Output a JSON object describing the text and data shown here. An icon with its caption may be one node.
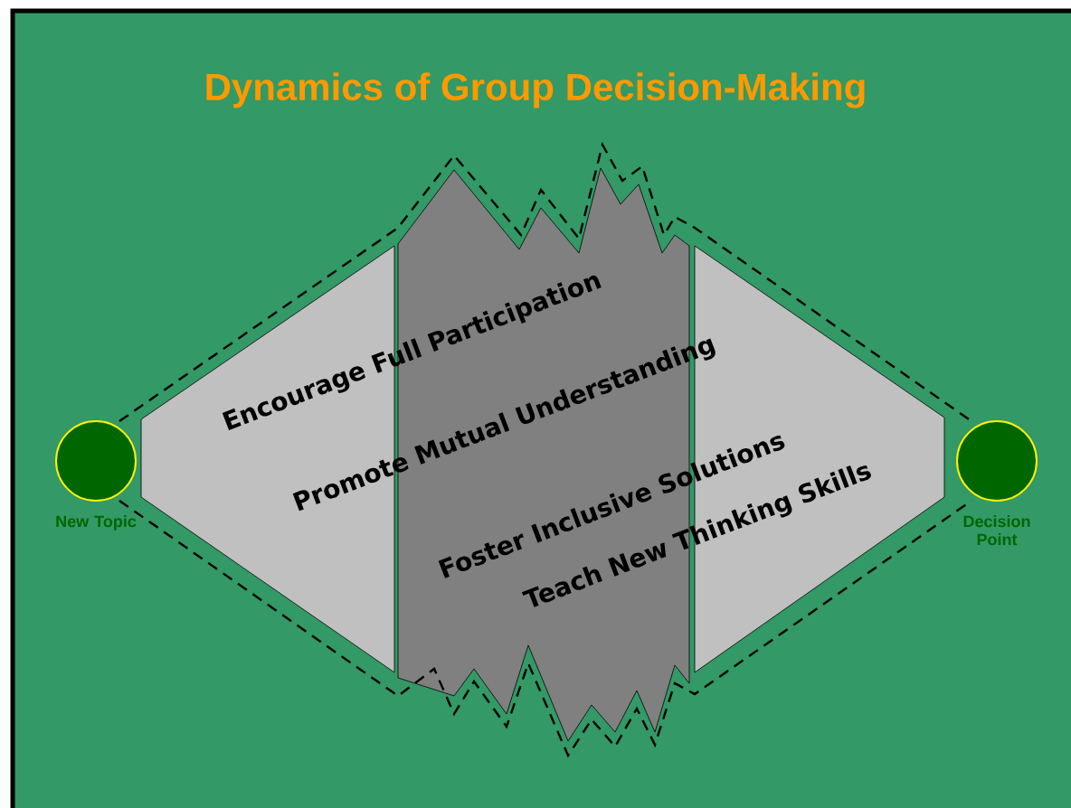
{
  "diagram": {
    "title": "Dynamics of Group Decision-Making",
    "nodes": [
      {
        "text": [],
        "shape": "circle",
        "beside": [
          "New Topic"
        ]
      },
      {
        "text": [],
        "shape": "circle",
        "beside": [
          "Decision Point"
        ]
      }
    ],
    "labels": [
      "Encourage Full Participation",
      "Promote Mutual Understanding",
      "Foster Inclusive Solutions",
      "Teach New Thinking Skills"
    ]
  }
}
